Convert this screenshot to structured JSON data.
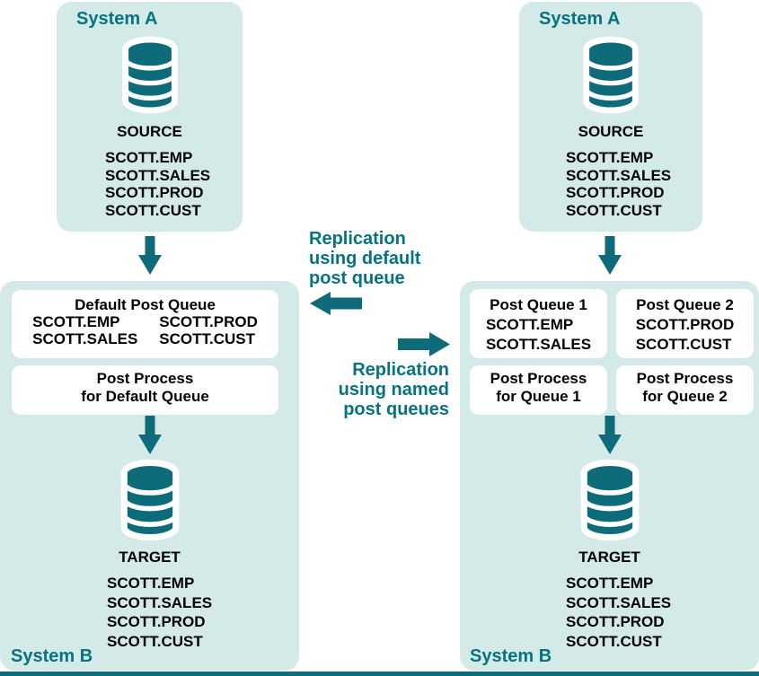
{
  "colors": {
    "teal_shape": "#0E6B79",
    "teal_text": "#07737F",
    "panel_background": "#D4EAE8",
    "inner_box_background": "#FFFFFF",
    "body_text": "#000000"
  },
  "icons": {
    "database": "database-cylinder-icon",
    "down_arrow": "arrow-down-icon",
    "left_arrow": "arrow-left-icon",
    "right_arrow": "arrow-right-icon"
  },
  "left_flow": {
    "system_a": {
      "title": "System A",
      "database_label": "SOURCE",
      "tables": [
        "SCOTT.EMP",
        "SCOTT.SALES",
        "SCOTT.PROD",
        "SCOTT.CUST"
      ]
    },
    "system_b": {
      "title": "System B",
      "post_queue_box": {
        "title": "Default Post Queue",
        "column1": [
          "SCOTT.EMP",
          "SCOTT.SALES"
        ],
        "column2": [
          "SCOTT.PROD",
          "SCOTT.CUST"
        ]
      },
      "post_process_box": {
        "lines": [
          "Post Process",
          "for Default Queue"
        ]
      },
      "database_label": "TARGET",
      "tables": [
        "SCOTT.EMP",
        "SCOTT.SALES",
        "SCOTT.PROD",
        "SCOTT.CUST"
      ]
    }
  },
  "middle": {
    "default_caption": {
      "lines": [
        "Replication",
        "using default",
        "post queue"
      ]
    },
    "named_caption": {
      "lines": [
        "Replication",
        "using named",
        "post queues"
      ]
    }
  },
  "right_flow": {
    "system_a": {
      "title": "System A",
      "database_label": "SOURCE",
      "tables": [
        "SCOTT.EMP",
        "SCOTT.SALES",
        "SCOTT.PROD",
        "SCOTT.CUST"
      ]
    },
    "system_b": {
      "title": "System B",
      "post_queue_1_box": {
        "title": "Post Queue 1",
        "tables": [
          "SCOTT.EMP",
          "SCOTT.SALES"
        ]
      },
      "post_queue_2_box": {
        "title": "Post Queue 2",
        "tables": [
          "SCOTT.PROD",
          "SCOTT.CUST"
        ]
      },
      "post_process_1_box": {
        "lines": [
          "Post Process",
          "for Queue 1"
        ]
      },
      "post_process_2_box": {
        "lines": [
          "Post Process",
          "for Queue 2"
        ]
      },
      "database_label": "TARGET",
      "tables": [
        "SCOTT.EMP",
        "SCOTT.SALES",
        "SCOTT.PROD",
        "SCOTT.CUST"
      ]
    }
  }
}
